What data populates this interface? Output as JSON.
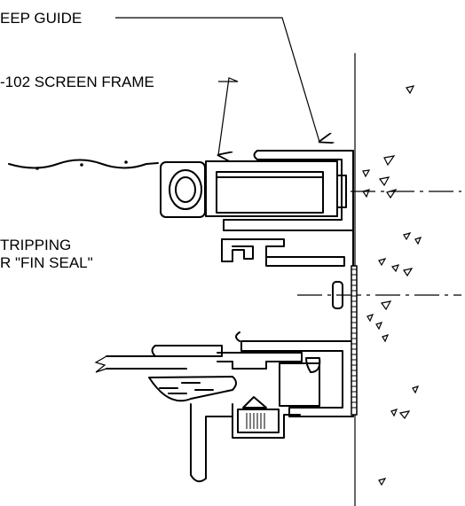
{
  "labels": {
    "weep_guide": "EEP GUIDE",
    "screen_frame": "-102 SCREEN FRAME",
    "stripping_line1": "TRIPPING",
    "stripping_line2": "R \"FIN SEAL\""
  }
}
